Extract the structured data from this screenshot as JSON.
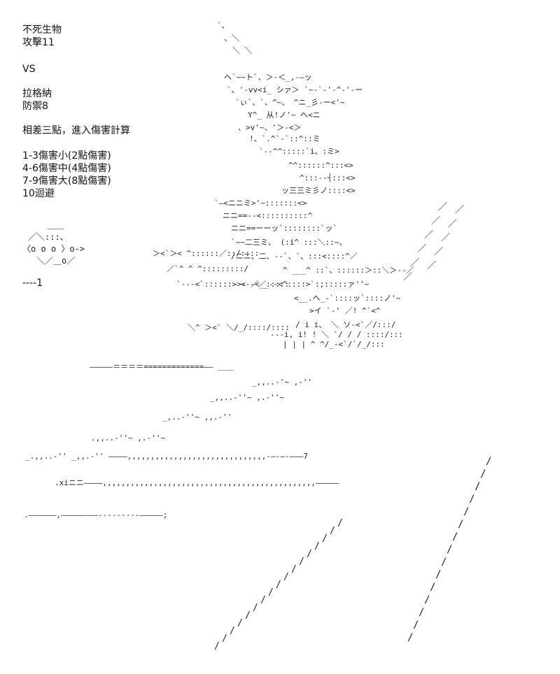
{
  "text": {
    "monster_name": "不死生物",
    "monster_attack": "攻擊11",
    "versus": "VS",
    "hero_name": "拉格納",
    "hero_defense": "防禦8",
    "difference_note": "相差三點，進入傷害計算",
    "range_low": "1-3傷害小(2點傷害)",
    "range_mid": "4-6傷害中(4點傷害)",
    "range_high": "7-9傷害大(8點傷害)",
    "range_dodge": "10迴避",
    "dice_label": "----1"
  },
  "art": {
    "dice_lines": [
      "　 ＿＿",
      "／＼:::、",
      "〈o o o 〉o‐>",
      "＼／＿o／"
    ],
    "beast_lines": [
      "`、",
      "、＼",
      "＼ ＼",
      "へ`~~ト`、＞‐＜_,-―ッ",
      "`、'-vv<i_ シァ＞ `~‐`‐'-^‐'‐ー",
      "`ぃ`、`、^~、 ^ニ_彡‐ー<'~",
      "Y^_ 从!ノ'~  へ<ニ",
      "、>v'~、'＞‐<＞",
      "!、`.^`‐`::^::ミ",
      "`‐‐^^:::::`i、:ミ>",
      "^^::::::^:::<>",
      "^:::‐‐┤:::<>",
      "ッ三三ミ彡ノ::::<>",
      "`―<ニニミ>'~:::::::<>",
      "ニニ==‐‐<::::::::::^",
      "ニニ==ーーッ`::::::::`ッ`",
      "`~~二三ミ、 (:i^ :::＼::~、",
      "/ニニ、二、‐‐`、`、:::<::::^／",
      "^ ___^ ::`、::::::＞::＼＞‐‐／",
      "<‐‐<__-‐<^::::>`:;:::::ァ''~",
      "<__.ヘ_-`::::ッ`::::ノ'~",
      ">イ `‐' ／!    ^`<^",
      "/  i  i、 ＼  ソ‐<`／/:::/",
      "‐‐‐i, i! !   ＼ `/ / / ::::/:::",
      "|  |  |  ^  ^/_‐<`/`/_/:::",
      "＼^ ＞<`  ＼/_/::::/::::",
      "＞<`＞<   ^::::::／::/::::",
      "／`^  ^  ^:::::::::/",
      "`-‐-<`::::::>>‐ ／／:::::"
    ],
    "streak_lines": [
      "―――――＝＝＝＝=============―― ＿＿",
      "_,,..‐'~ ,‐''",
      "_,,..-''~   ,.-''~",
      "_,..‐''~ ,,.‐''",
      ".,,..-''~ ,.‐''~",
      "_.,,..-''   _,,.-''  ――――,,,,,,,,,,,,,,,,,,,,,,,,,,,,,,-―‐―‐―――7",
      ".xiニニ――――,,,,,,,,,,,,,,,,,,,,,,,,,,,,,,,,,,,,,,,,,,,,,,―――――",
      ".――――――,――――――――---------―――――;"
    ],
    "wing_glyph": "／",
    "drip_glyph": "/"
  }
}
